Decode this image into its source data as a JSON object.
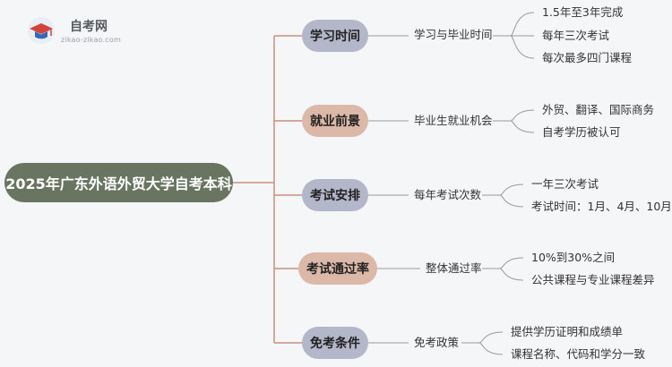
{
  "logo": {
    "title": "自考网",
    "url": "zikao-zikao.com"
  },
  "root": {
    "label": "2025年广东外语外贸大学自考本科"
  },
  "branches": [
    {
      "label": "学习时间",
      "color": "#b4b7c9",
      "sub": "学习与毕业时间",
      "leaves": [
        "1.5年至3年完成",
        "每年三次考试",
        "每次最多四门课程"
      ]
    },
    {
      "label": "就业前景",
      "color": "#dcb8a8",
      "sub": "毕业生就业机会",
      "leaves": [
        "外贸、翻译、国际商务",
        "自考学历被认可"
      ]
    },
    {
      "label": "考试安排",
      "color": "#b4b7c9",
      "sub": "每年考试次数",
      "leaves": [
        "一年三次考试",
        "考试时间：1月、4月、10月"
      ]
    },
    {
      "label": "考试通过率",
      "color": "#dcb8a8",
      "sub": "整体通过率",
      "leaves": [
        "10%到30%之间",
        "公共课程与专业课程差异"
      ]
    },
    {
      "label": "免考条件",
      "color": "#b4b7c9",
      "sub": "免考政策",
      "leaves": [
        "提供学历证明和成绩单",
        "课程名称、代码和学分一致"
      ]
    }
  ]
}
